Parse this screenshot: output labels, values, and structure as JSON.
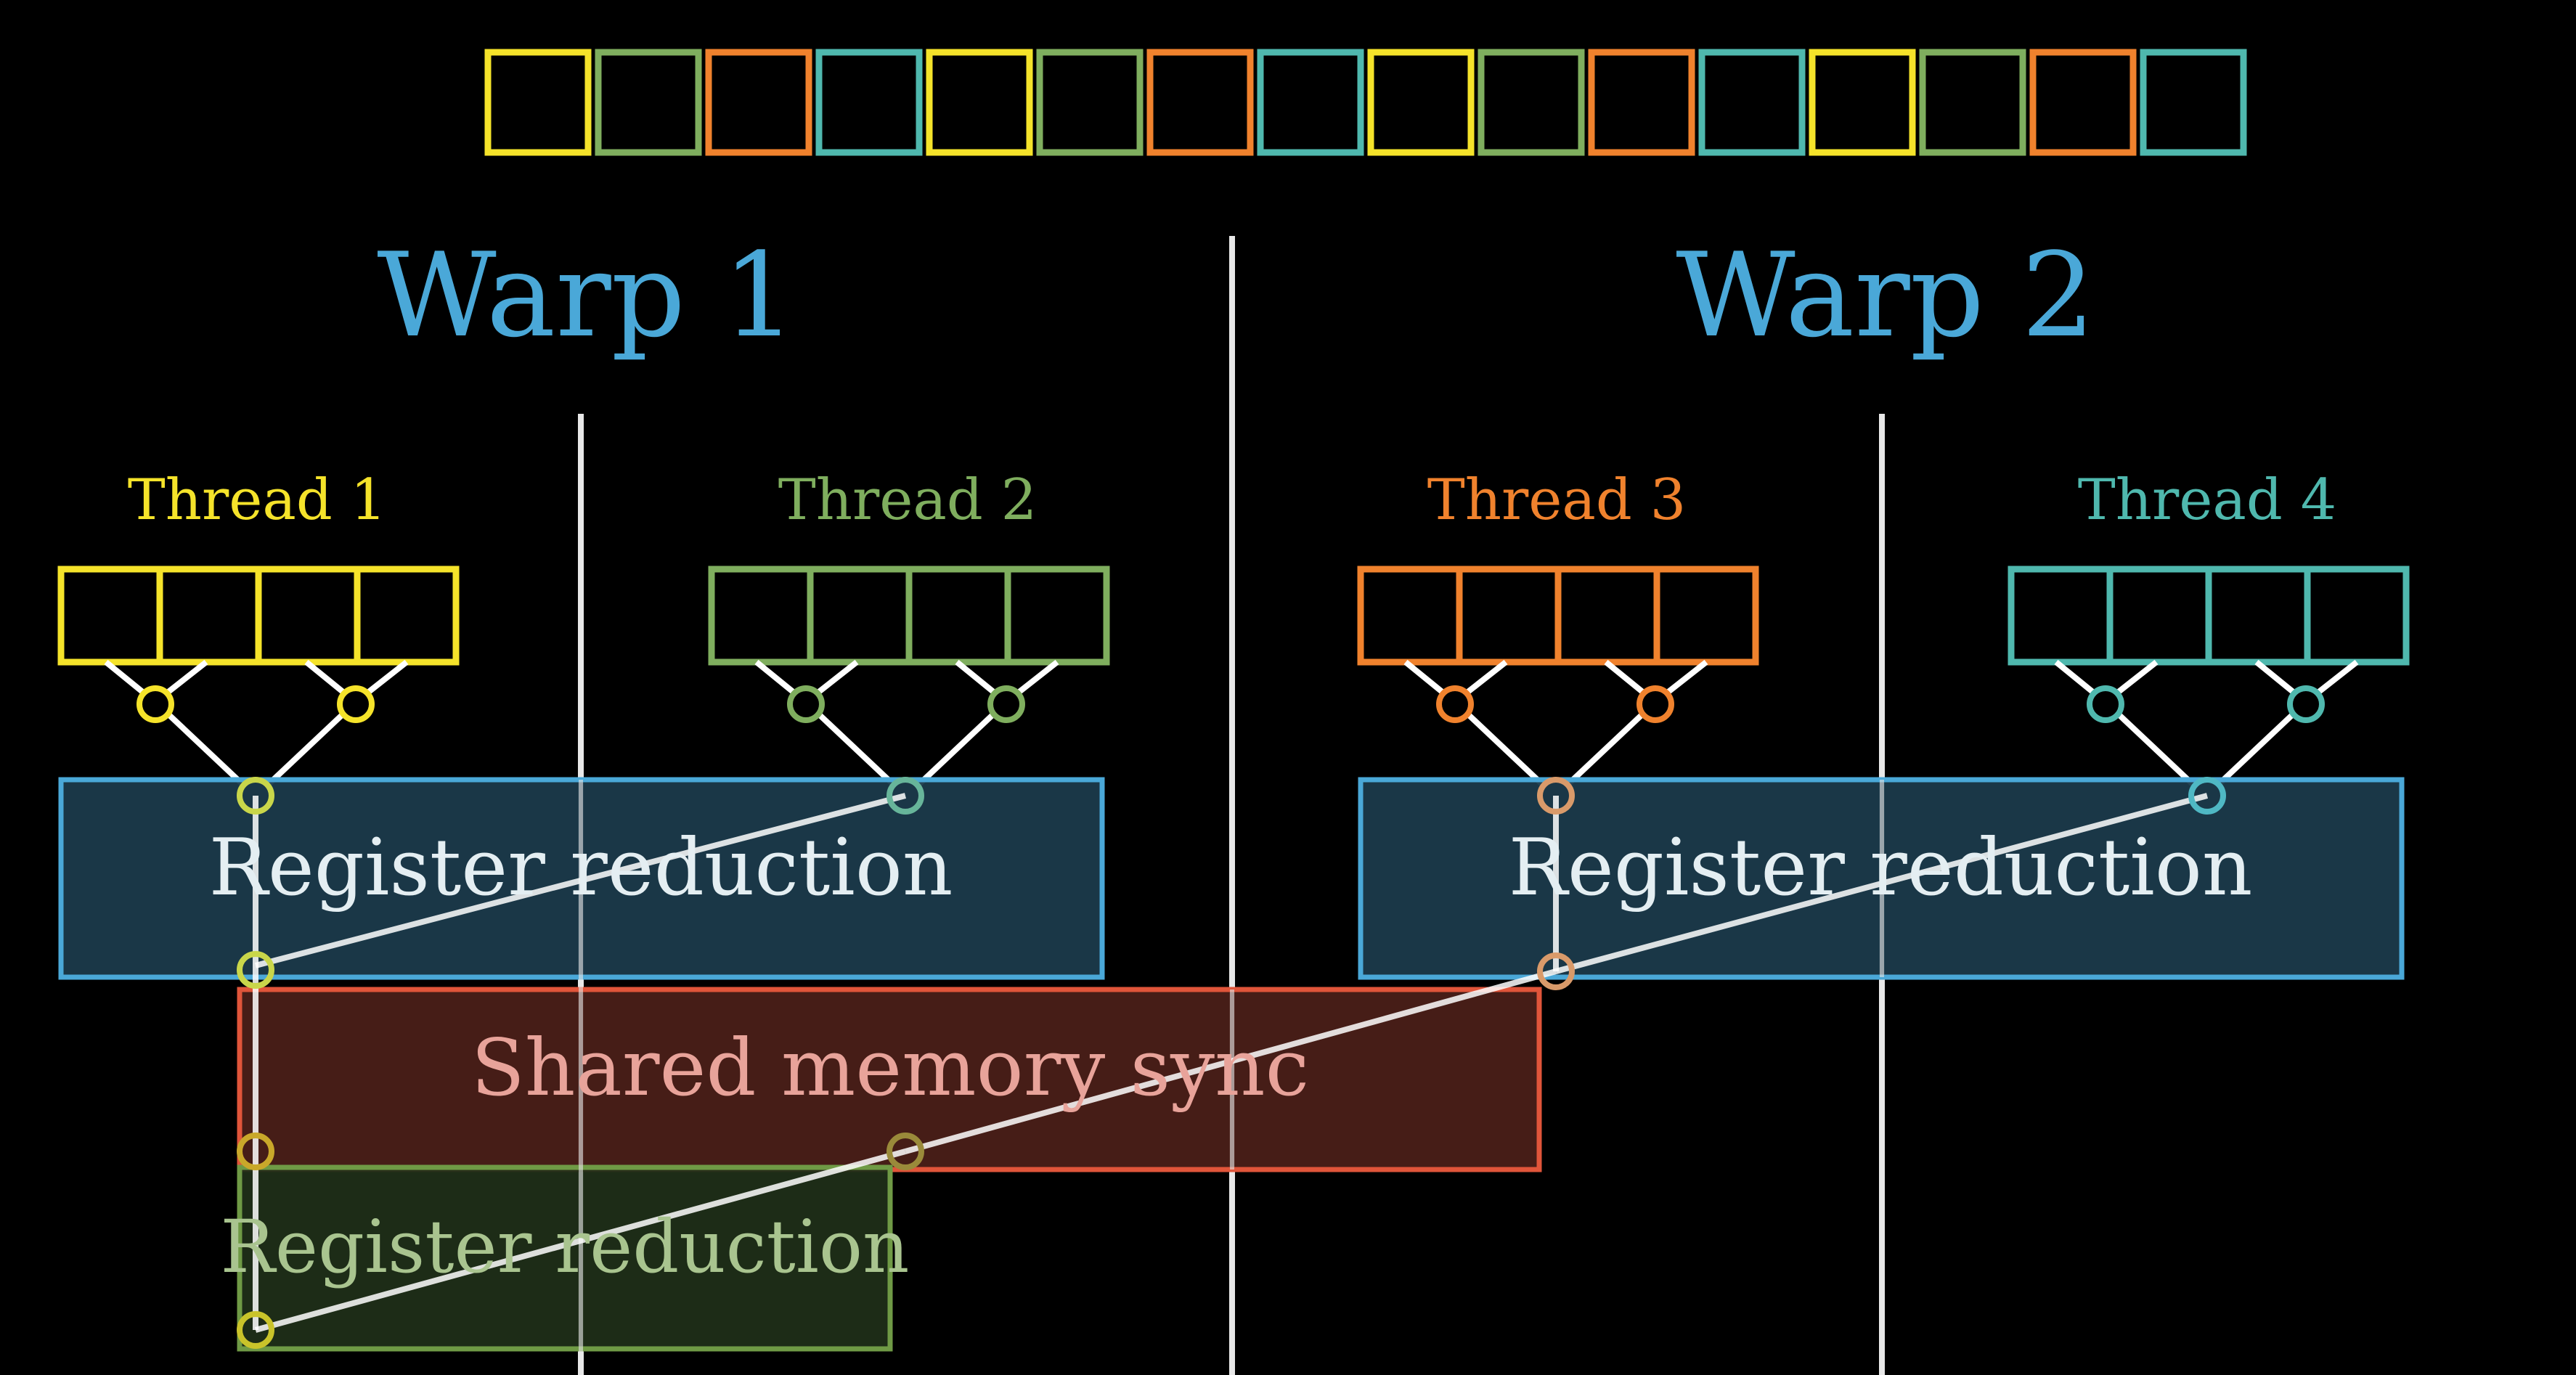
{
  "colors": {
    "background": "#000000",
    "yellow": "#f5e32a",
    "green": "#7fae5e",
    "orange": "#f0822d",
    "teal": "#4fb8ae",
    "warp_blue": "#4aa8d8",
    "register_box_fill": "#1b3a4b",
    "register_box_stroke": "#4aa8d8",
    "shared_box_fill": "#4a1f18",
    "shared_box_stroke": "#e0553a",
    "final_box_fill": "#1f2e18",
    "final_box_stroke": "#6f9a45",
    "divider": "#e8e8e8",
    "connector": "#ffffff"
  },
  "data_row": {
    "color_sequence": [
      "yellow",
      "green",
      "orange",
      "teal",
      "yellow",
      "green",
      "orange",
      "teal",
      "yellow",
      "green",
      "orange",
      "teal",
      "yellow",
      "green",
      "orange",
      "teal"
    ]
  },
  "warps": [
    {
      "label": "Warp 1"
    },
    {
      "label": "Warp 2"
    }
  ],
  "threads": [
    {
      "label": "Thread 1",
      "color": "yellow"
    },
    {
      "label": "Thread 2",
      "color": "green"
    },
    {
      "label": "Thread 3",
      "color": "orange"
    },
    {
      "label": "Thread 4",
      "color": "teal"
    }
  ],
  "stages": {
    "register_reduction_1": "Register reduction",
    "register_reduction_2": "Register reduction",
    "shared_memory_sync": "Shared memory sync",
    "final_register_reduction": "Register reduction"
  }
}
